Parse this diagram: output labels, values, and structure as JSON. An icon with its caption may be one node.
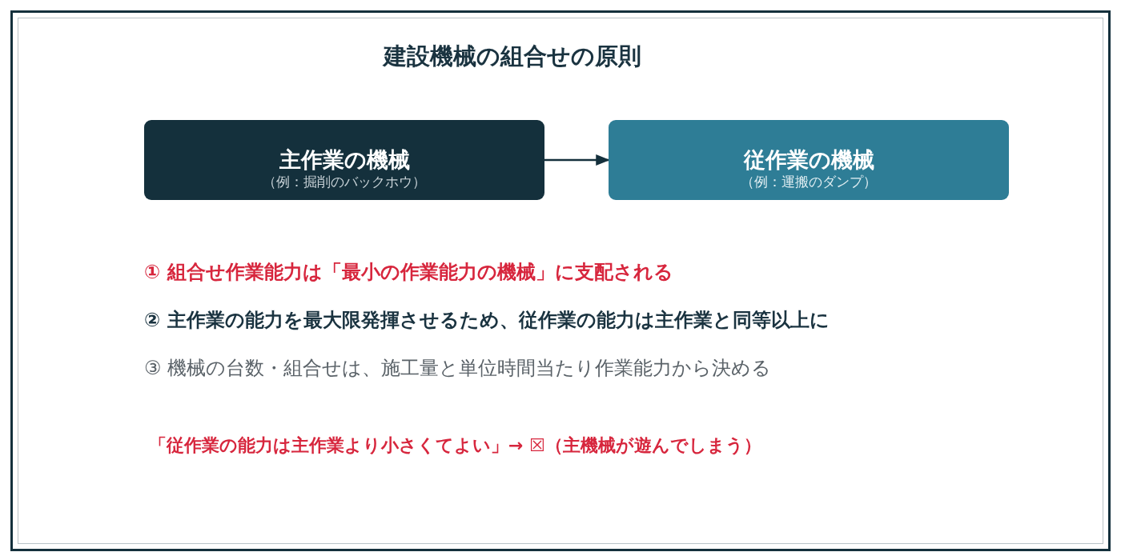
{
  "diagram": {
    "title": "建設機械の組合せの原則",
    "nodes": [
      {
        "text": [
          "主作業の機械",
          "（例：掘削のバックホウ）"
        ]
      },
      {
        "text": [
          "従作業の機械",
          "（例：運搬のダンプ）"
        ]
      }
    ],
    "edges": [
      {
        "from": 0,
        "to": 1,
        "arrow": "to"
      }
    ],
    "labels": [
      "① 組合せ作業能力は「最小の作業能力の機械」に支配される",
      "② 主作業の能力を最大限発揮させるため、従作業の能力は主作業と同等以上に",
      "③ 機械の台数・組合せは、施工量と単位時間当たり作業能力から決める",
      "「従作業の能力は主作業より小さくてよい」→ ☒（主機械が遊んでしまう）"
    ]
  }
}
